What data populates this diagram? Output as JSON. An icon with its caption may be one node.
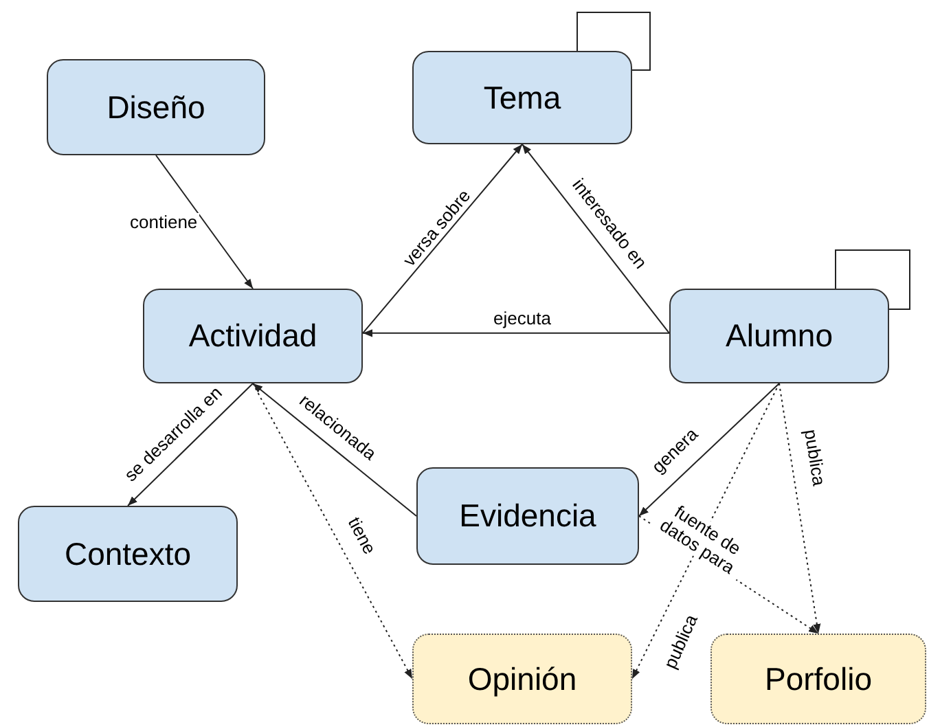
{
  "diagram": {
    "nodes": [
      {
        "text": [
          "Diseño"
        ]
      },
      {
        "text": [
          "Tema"
        ]
      },
      {
        "text": [
          "Actividad"
        ]
      },
      {
        "text": [
          "Alumno"
        ]
      },
      {
        "text": [
          "Evidencia"
        ]
      },
      {
        "text": [
          "Contexto"
        ]
      },
      {
        "text": [
          "Opinión"
        ]
      },
      {
        "text": [
          "Porfolio"
        ]
      }
    ],
    "edges": [
      {
        "from": 0,
        "to": 2,
        "arrow": "to",
        "label": "contiene"
      },
      {
        "from": 2,
        "to": 1,
        "arrow": "to",
        "label": "versa sobre"
      },
      {
        "from": 3,
        "to": 1,
        "arrow": "to",
        "label": "interesado en"
      },
      {
        "from": 3,
        "to": 2,
        "arrow": "to",
        "label": "ejecuta"
      },
      {
        "from": 2,
        "to": 5,
        "arrow": "to",
        "label": "se desarrolla en"
      },
      {
        "from": 4,
        "to": 2,
        "arrow": "to",
        "label": "relacionada"
      },
      {
        "from": 2,
        "to": 6,
        "arrow": "to",
        "label": "tiene",
        "style": "dashed"
      },
      {
        "from": 3,
        "to": 4,
        "arrow": "to",
        "label": "genera"
      },
      {
        "from": 3,
        "to": 6,
        "arrow": "to",
        "label": "publica",
        "style": "dashed"
      },
      {
        "from": 3,
        "to": 7,
        "arrow": "to",
        "label": "publica",
        "style": "dashed"
      },
      {
        "from": 4,
        "to": 7,
        "arrow": "to",
        "label": "fuente de datos para",
        "style": "dashed"
      }
    ]
  }
}
